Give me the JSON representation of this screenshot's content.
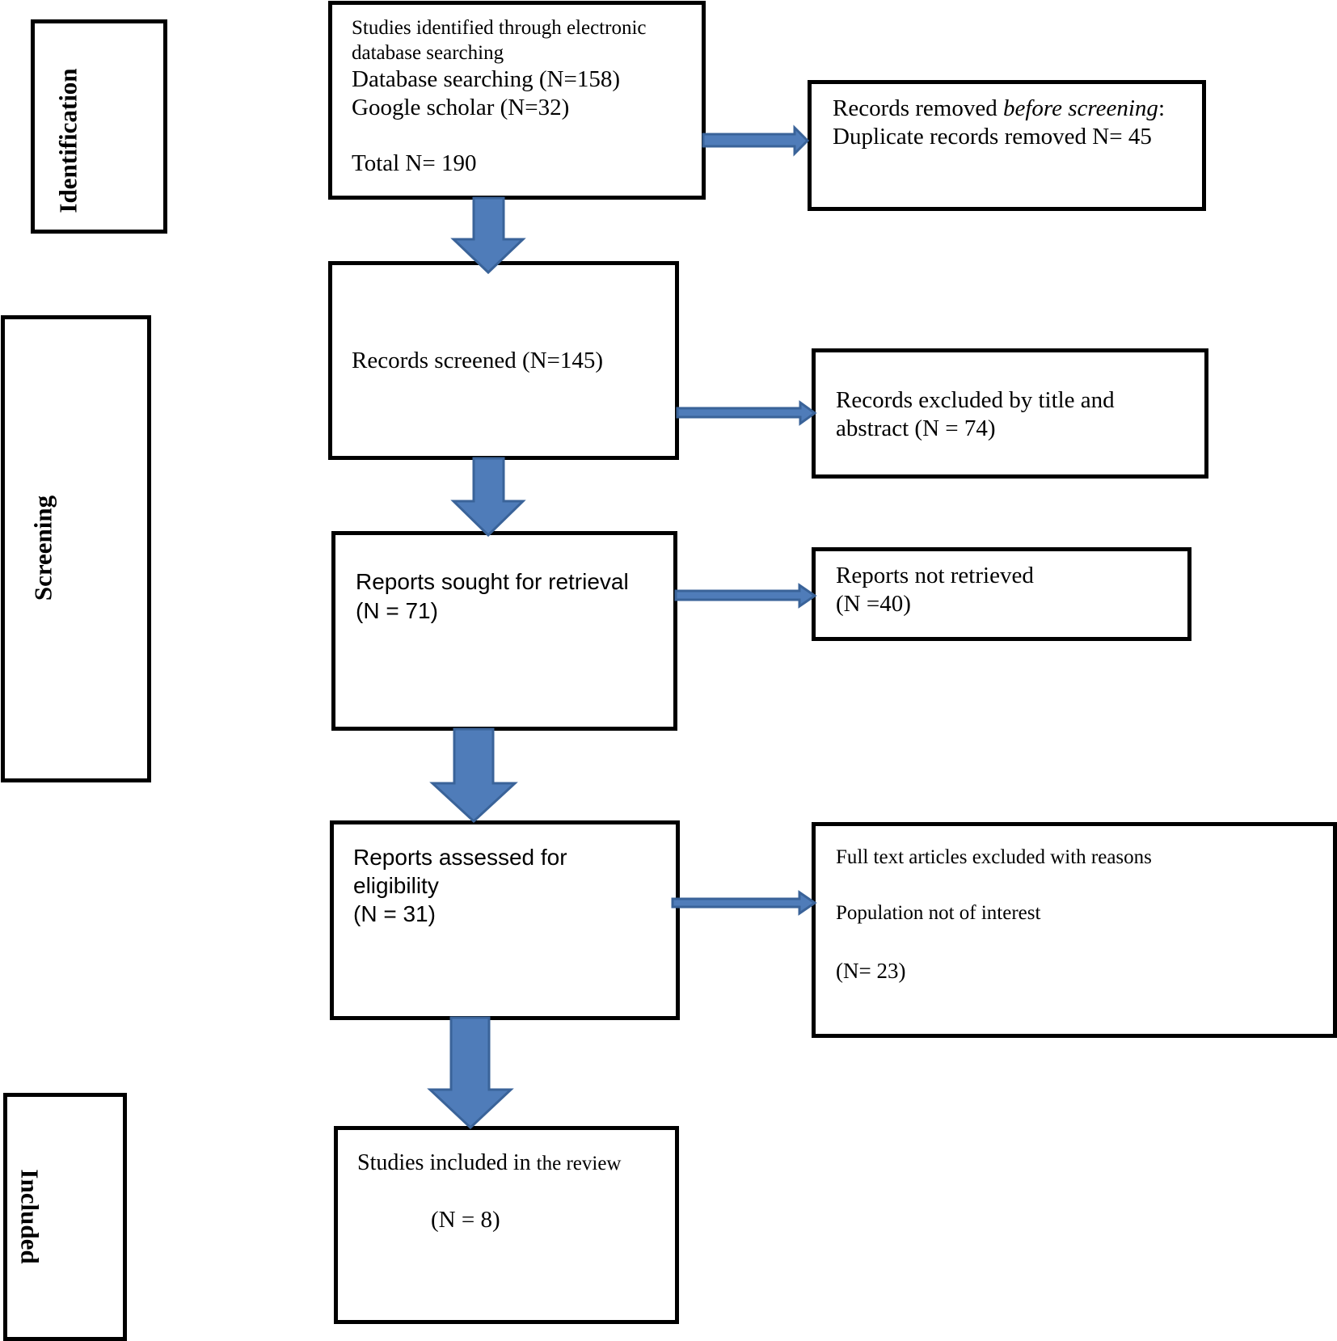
{
  "stages": {
    "identification": "Identification",
    "screening": "Screening",
    "included": "Included"
  },
  "boxes": {
    "identified": {
      "line1": "Studies identified through electronic",
      "line2": "database searching",
      "line3": "Database searching (N=158)",
      "line4": "Google scholar (N=32)",
      "line5": "Total N= 190"
    },
    "removed": {
      "line1_pre": "Records removed ",
      "line1_italic": "before screening",
      "line1_post": ":",
      "line2": "Duplicate records removed N= 45"
    },
    "screened": {
      "line1": "Records screened (N=145)"
    },
    "excluded_title": {
      "line1": "Records excluded by title and",
      "line2": "abstract (N = 74)"
    },
    "sought": {
      "line1": "Reports sought for retrieval",
      "line2": "(N = 71)"
    },
    "not_retrieved": {
      "line1": "Reports not retrieved",
      "line2": "(N =40)"
    },
    "assessed": {
      "line1": "Reports assessed for",
      "line2": "eligibility",
      "line3": "(N = 31)"
    },
    "fulltext_excluded": {
      "line1": "Full text articles excluded with reasons",
      "line2": "Population not of interest",
      "line3": "(N= 23)"
    },
    "included": {
      "line1_a": "Studies included in ",
      "line1_b": "the review",
      "line2": "(N = 8)"
    }
  },
  "colors": {
    "arrow_fill": "#4F7CB9",
    "arrow_stroke": "#3A6399",
    "border": "#000000"
  }
}
